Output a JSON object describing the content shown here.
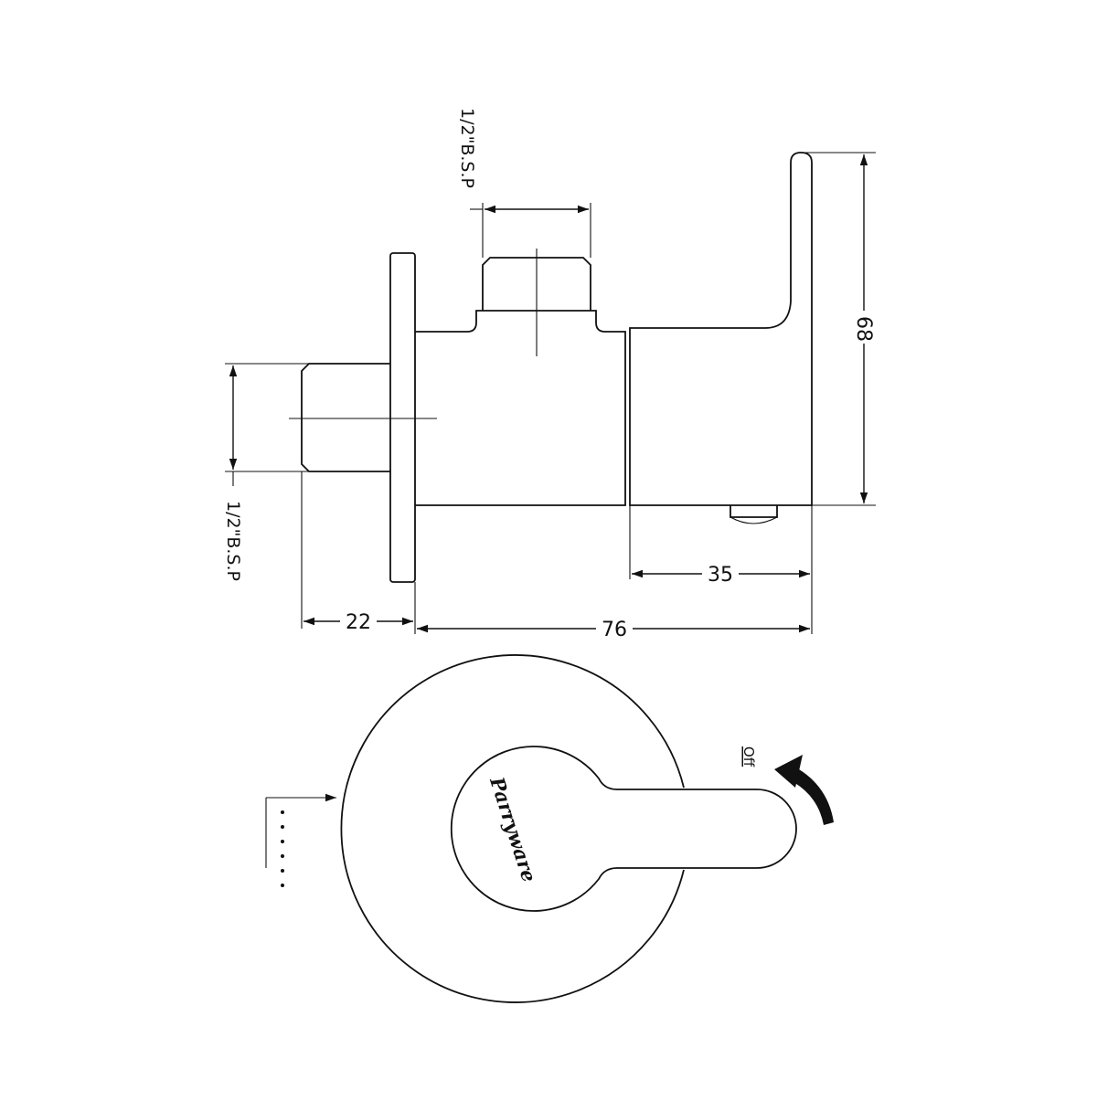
{
  "dimensions": {
    "overall_length": "76",
    "handle_body_length": "35",
    "inlet_length": "22",
    "height": "68"
  },
  "labels": {
    "outlet_thread": "1/2\"B.S.P",
    "inlet_thread": "1/2\"B.S.P",
    "off": "Off"
  },
  "logo": {
    "brand": "Parryware"
  },
  "icons": {
    "rotation_arrow": "curved-arrow-icon",
    "on_indicator": "dotted-scale-icon"
  }
}
